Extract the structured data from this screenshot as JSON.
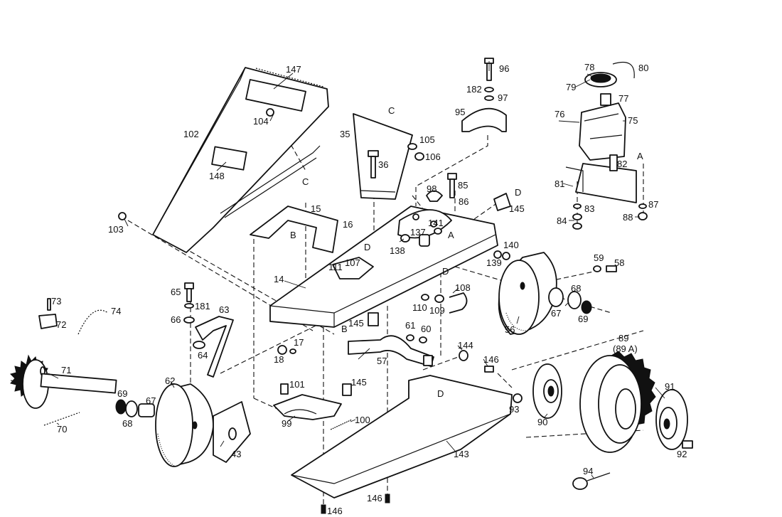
{
  "callouts": [
    {
      "id": "c147",
      "text": "147"
    },
    {
      "id": "c102",
      "text": "102"
    },
    {
      "id": "c104",
      "text": "104"
    },
    {
      "id": "c148",
      "text": "148"
    },
    {
      "id": "c103",
      "text": "103"
    },
    {
      "id": "cC1",
      "text": "C"
    },
    {
      "id": "cC2",
      "text": "C"
    },
    {
      "id": "c35",
      "text": "35"
    },
    {
      "id": "c36",
      "text": "36"
    },
    {
      "id": "c105",
      "text": "105"
    },
    {
      "id": "c106",
      "text": "106"
    },
    {
      "id": "c96",
      "text": "96"
    },
    {
      "id": "c182",
      "text": "182"
    },
    {
      "id": "c97",
      "text": "97"
    },
    {
      "id": "c95",
      "text": "95"
    },
    {
      "id": "c78",
      "text": "78"
    },
    {
      "id": "c80",
      "text": "80"
    },
    {
      "id": "c79",
      "text": "79"
    },
    {
      "id": "c77",
      "text": "77"
    },
    {
      "id": "c76",
      "text": "76"
    },
    {
      "id": "c75",
      "text": "75"
    },
    {
      "id": "cA1",
      "text": "A"
    },
    {
      "id": "c82",
      "text": "82"
    },
    {
      "id": "c81",
      "text": "81"
    },
    {
      "id": "c83",
      "text": "83"
    },
    {
      "id": "c84",
      "text": "84"
    },
    {
      "id": "c87",
      "text": "87"
    },
    {
      "id": "c88",
      "text": "88"
    },
    {
      "id": "c98",
      "text": "98"
    },
    {
      "id": "c85",
      "text": "85"
    },
    {
      "id": "c86",
      "text": "86"
    },
    {
      "id": "cD1",
      "text": "D"
    },
    {
      "id": "c145a",
      "text": "145"
    },
    {
      "id": "c141",
      "text": "141"
    },
    {
      "id": "c137",
      "text": "137"
    },
    {
      "id": "cA2",
      "text": "A"
    },
    {
      "id": "c138",
      "text": "138"
    },
    {
      "id": "c15",
      "text": "15"
    },
    {
      "id": "cB1",
      "text": "B"
    },
    {
      "id": "c16",
      "text": "16"
    },
    {
      "id": "cD2",
      "text": "D"
    },
    {
      "id": "c111",
      "text": "111"
    },
    {
      "id": "c107",
      "text": "107"
    },
    {
      "id": "c14",
      "text": "14"
    },
    {
      "id": "c140",
      "text": "140"
    },
    {
      "id": "c139",
      "text": "139"
    },
    {
      "id": "cD3",
      "text": "D"
    },
    {
      "id": "c59",
      "text": "59"
    },
    {
      "id": "c58",
      "text": "58"
    },
    {
      "id": "c68a",
      "text": "68"
    },
    {
      "id": "c67a",
      "text": "67"
    },
    {
      "id": "c69a",
      "text": "69"
    },
    {
      "id": "c56",
      "text": "56"
    },
    {
      "id": "c108",
      "text": "108"
    },
    {
      "id": "c110",
      "text": "110"
    },
    {
      "id": "c109",
      "text": "109"
    },
    {
      "id": "c145b",
      "text": "145"
    },
    {
      "id": "cB2",
      "text": "B"
    },
    {
      "id": "c61",
      "text": "61"
    },
    {
      "id": "c60",
      "text": "60"
    },
    {
      "id": "c65",
      "text": "65"
    },
    {
      "id": "c181",
      "text": "181"
    },
    {
      "id": "c63",
      "text": "63"
    },
    {
      "id": "c66",
      "text": "66"
    },
    {
      "id": "c73",
      "text": "73"
    },
    {
      "id": "c74",
      "text": "74"
    },
    {
      "id": "c72",
      "text": "72"
    },
    {
      "id": "c17",
      "text": "17"
    },
    {
      "id": "c18",
      "text": "18"
    },
    {
      "id": "c64",
      "text": "64"
    },
    {
      "id": "c57",
      "text": "57"
    },
    {
      "id": "c144",
      "text": "144"
    },
    {
      "id": "c146a",
      "text": "146"
    },
    {
      "id": "c89",
      "text": "89"
    },
    {
      "id": "c89A",
      "text": "(89 A)"
    },
    {
      "id": "c71",
      "text": "71"
    },
    {
      "id": "c62",
      "text": "62"
    },
    {
      "id": "c69b",
      "text": "69"
    },
    {
      "id": "c67b",
      "text": "67"
    },
    {
      "id": "c68b",
      "text": "68"
    },
    {
      "id": "c70",
      "text": "70"
    },
    {
      "id": "c101",
      "text": "101"
    },
    {
      "id": "c145c",
      "text": "145"
    },
    {
      "id": "cD4",
      "text": "D"
    },
    {
      "id": "c100",
      "text": "100"
    },
    {
      "id": "c99",
      "text": "99"
    },
    {
      "id": "c43",
      "text": "43"
    },
    {
      "id": "c143",
      "text": "143"
    },
    {
      "id": "c93",
      "text": "93"
    },
    {
      "id": "c90",
      "text": "90"
    },
    {
      "id": "c91",
      "text": "91"
    },
    {
      "id": "c92",
      "text": "92"
    },
    {
      "id": "c94",
      "text": "94"
    },
    {
      "id": "c146b",
      "text": "146"
    },
    {
      "id": "c146c",
      "text": "146"
    }
  ]
}
